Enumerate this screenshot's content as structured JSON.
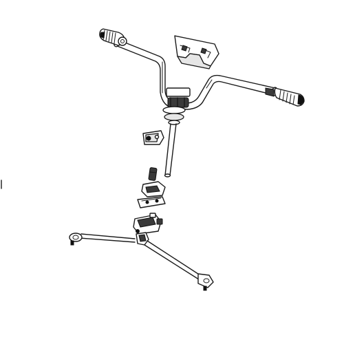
{
  "diagram": {
    "type": "exploded-parts-view",
    "components": [
      "handlebar",
      "left-grip",
      "right-grip",
      "handlebar-pad-cover",
      "upper-clamp",
      "steering-stem",
      "stem-bracket",
      "stem-collar",
      "upper-bearing-housing",
      "lower-bearing-housing",
      "left-tie-rod",
      "right-tie-rod"
    ],
    "colors": {
      "line": "#1a1a1a",
      "shade": "#e6e6e6",
      "dark": "#3a3a3a",
      "background": "#ffffff"
    }
  }
}
